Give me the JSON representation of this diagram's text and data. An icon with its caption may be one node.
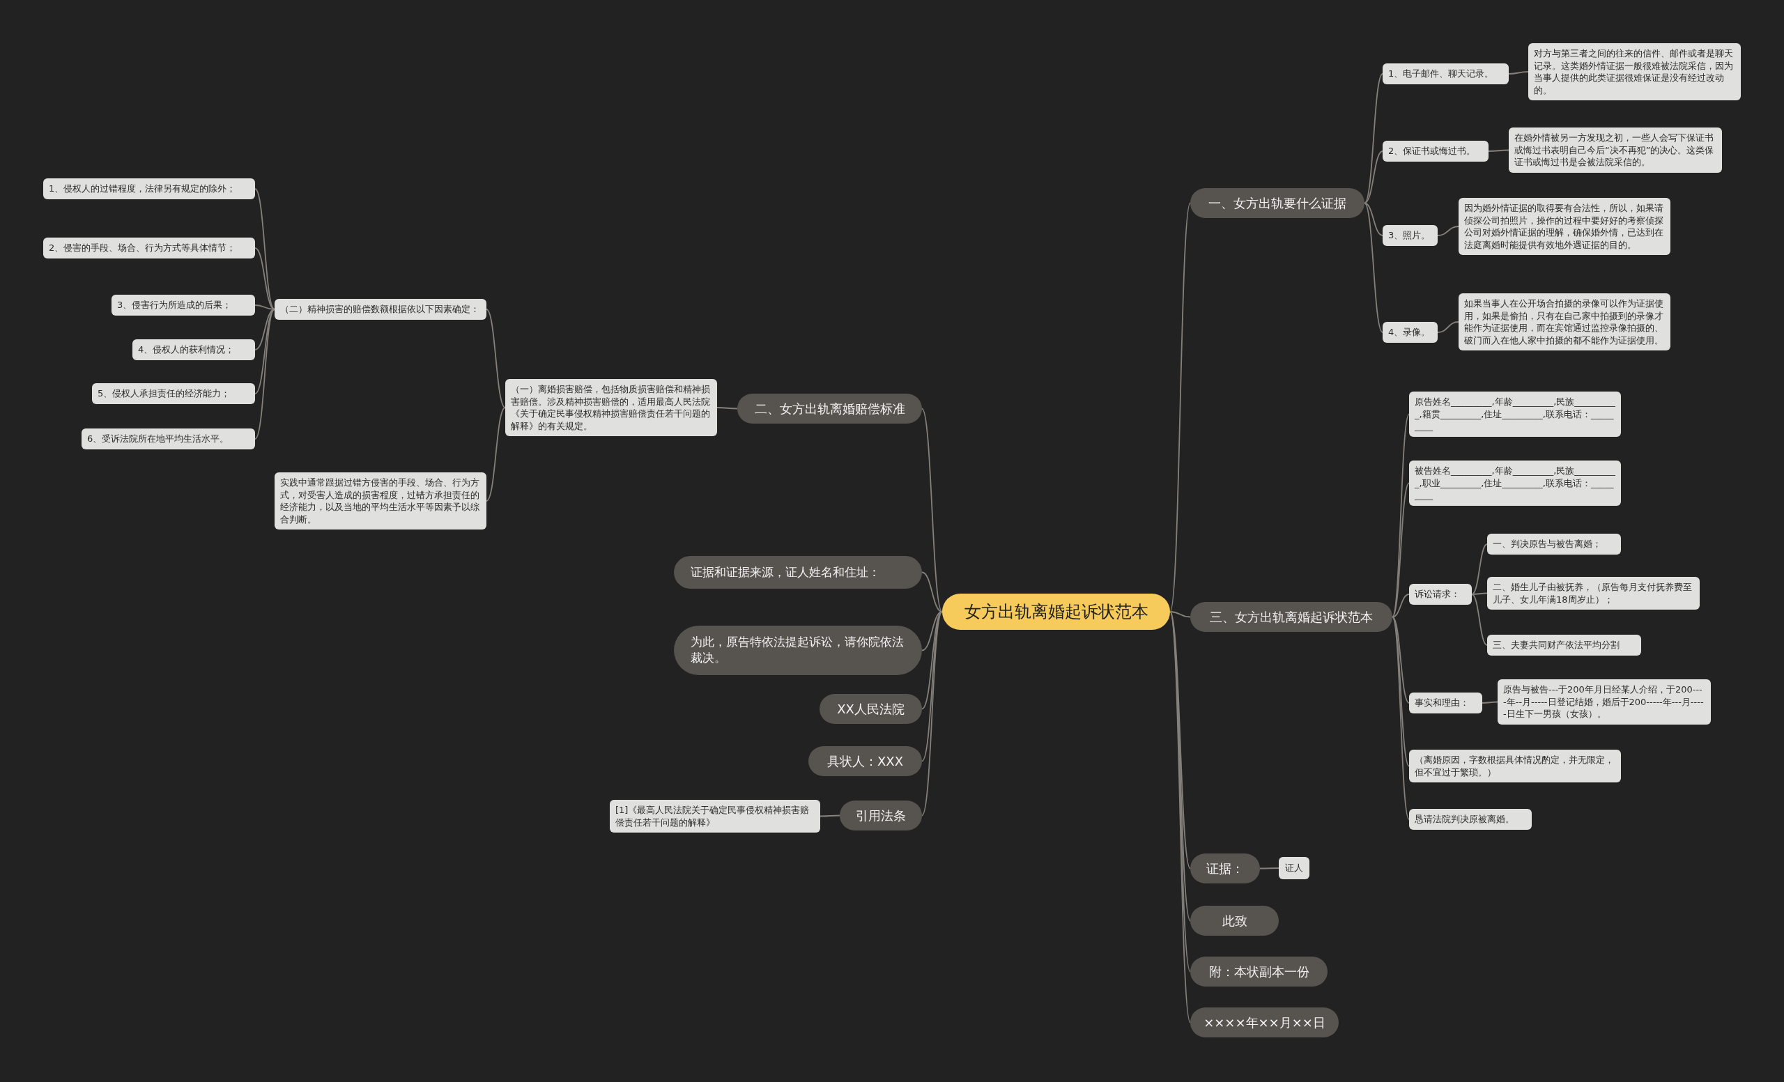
{
  "diagram": {
    "nodes": [
      {
        "text": [
          "女方出轨离婚起诉状范本"
        ]
      },
      {
        "text": [
          "一、女方出轨要什么证据"
        ]
      },
      {
        "text": [
          "1、电子邮件、聊天记录。"
        ]
      },
      {
        "text": [
          "对方与第三者之间的往来的信件、邮件或者是聊天记录。这类婚外情证据一般很难被法院采信，因为当事人提供的此类证据很难保证是没有经过改动的。"
        ]
      },
      {
        "text": [
          "2、保证书或悔过书。"
        ]
      },
      {
        "text": [
          "在婚外情被另一方发现之初，一些人会写下保证书或悔过书表明自己今后“决不再犯”的决心。这类保证书或悔过书是会被法院采信的。"
        ]
      },
      {
        "text": [
          "3、照片。"
        ]
      },
      {
        "text": [
          "因为婚外情证据的取得要有合法性，所以，如果请侦探公司拍照片，操作的过程中要好好的考察侦探公司对婚外情证据的理解，确保婚外情，已达到在法庭离婚时能提供有效地外遇证据的目的。"
        ]
      },
      {
        "text": [
          "4、录像。"
        ]
      },
      {
        "text": [
          "如果当事人在公开场合拍摄的录像可以作为证据使用，如果是偷拍，只有在自己家中拍摄到的录像才能作为证据使用，而在宾馆通过监控录像拍摄的、破门而入在他人家中拍摄的都不能作为证据使用。"
        ]
      },
      {
        "text": [
          "二、女方出轨离婚赔偿标准"
        ]
      },
      {
        "text": [
          "（一）离婚损害赔偿，包括物质损害赔偿和精神损害赔偿。涉及精神损害赔偿的，适用最高人民法院《关于确定民事侵权精神损害赔偿责任若干问题的解释》的有关规定。"
        ]
      },
      {
        "text": [
          "（二）精神损害的赔偿数额根据依以下因素确定："
        ]
      },
      {
        "text": [
          "1、侵权人的过错程度，法律另有规定的除外；"
        ]
      },
      {
        "text": [
          "2、侵害的手段、场合、行为方式等具体情节；"
        ]
      },
      {
        "text": [
          "3、侵害行为所造成的后果；"
        ]
      },
      {
        "text": [
          "4、侵权人的获利情况；"
        ]
      },
      {
        "text": [
          "5、侵权人承担责任的经济能力；"
        ]
      },
      {
        "text": [
          "6、受诉法院所在地平均生活水平。"
        ]
      },
      {
        "text": [
          "实践中通常跟据过错方侵害的手段、场合、行为方式，对受害人造成的损害程度，过错方承担责任的经济能力，以及当地的平均生活水平等因素予以综合判断。"
        ]
      },
      {
        "text": [
          "证据和证据来源，证人姓名和住址："
        ]
      },
      {
        "text": [
          "为此，原告特依法提起诉讼，请你院依法裁决。"
        ]
      },
      {
        "text": [
          "XX人民法院"
        ]
      },
      {
        "text": [
          "具状人：XXX"
        ]
      },
      {
        "text": [
          "引用法条"
        ]
      },
      {
        "text": [
          "[1]《最高人民法院关于确定民事侵权精神损害赔偿责任若干问题的解释》"
        ]
      },
      {
        "text": [
          "三、女方出轨离婚起诉状范本"
        ]
      },
      {
        "text": [
          "原告姓名_________,年龄_________,民族__________,籍贯_________,住址_________,联系电话：_________"
        ]
      },
      {
        "text": [
          "被告姓名_________,年龄_________,民族__________,职业_________,住址_________,联系电话：_________"
        ]
      },
      {
        "text": [
          "诉讼请求："
        ]
      },
      {
        "text": [
          "一、判决原告与被告离婚；"
        ]
      },
      {
        "text": [
          "二、婚生儿子由被抚养，（原告每月支付抚养费至儿子、女儿年满18周岁止）；"
        ]
      },
      {
        "text": [
          "三、夫妻共同财产依法平均分割"
        ]
      },
      {
        "text": [
          "事实和理由："
        ]
      },
      {
        "text": [
          "原告与被告---于200年月日经某人介绍，于200----年--月-----日登记结婚，婚后于200-----年---月-----日生下一男孩（女孩）。"
        ]
      },
      {
        "text": [
          "（离婚原因，字数根据具体情况酌定，并无限定，但不宜过于繁琐。）"
        ]
      },
      {
        "text": [
          "恳请法院判决原被离婚。"
        ]
      },
      {
        "text": [
          "证据："
        ]
      },
      {
        "text": [
          "证人"
        ]
      },
      {
        "text": [
          "此致"
        ]
      },
      {
        "text": [
          "附：本状副本一份"
        ]
      },
      {
        "text": [
          "××××年××月××日"
        ]
      }
    ],
    "edges": [
      {
        "from": 0,
        "to": 1,
        "arrow": "none"
      },
      {
        "from": 1,
        "to": 2,
        "arrow": "none"
      },
      {
        "from": 2,
        "to": 3,
        "arrow": "none"
      },
      {
        "from": 1,
        "to": 4,
        "arrow": "none"
      },
      {
        "from": 4,
        "to": 5,
        "arrow": "none"
      },
      {
        "from": 1,
        "to": 6,
        "arrow": "none"
      },
      {
        "from": 6,
        "to": 7,
        "arrow": "none"
      },
      {
        "from": 1,
        "to": 8,
        "arrow": "none"
      },
      {
        "from": 8,
        "to": 9,
        "arrow": "none"
      },
      {
        "from": 0,
        "to": 10,
        "arrow": "none"
      },
      {
        "from": 10,
        "to": 11,
        "arrow": "none"
      },
      {
        "from": 11,
        "to": 12,
        "arrow": "none"
      },
      {
        "from": 12,
        "to": 13,
        "arrow": "none"
      },
      {
        "from": 12,
        "to": 14,
        "arrow": "none"
      },
      {
        "from": 12,
        "to": 15,
        "arrow": "none"
      },
      {
        "from": 12,
        "to": 16,
        "arrow": "none"
      },
      {
        "from": 12,
        "to": 17,
        "arrow": "none"
      },
      {
        "from": 12,
        "to": 18,
        "arrow": "none"
      },
      {
        "from": 11,
        "to": 19,
        "arrow": "none"
      },
      {
        "from": 0,
        "to": 20,
        "arrow": "none"
      },
      {
        "from": 0,
        "to": 21,
        "arrow": "none"
      },
      {
        "from": 0,
        "to": 22,
        "arrow": "none"
      },
      {
        "from": 0,
        "to": 23,
        "arrow": "none"
      },
      {
        "from": 0,
        "to": 24,
        "arrow": "none"
      },
      {
        "from": 24,
        "to": 25,
        "arrow": "none"
      },
      {
        "from": 0,
        "to": 26,
        "arrow": "none"
      },
      {
        "from": 26,
        "to": 27,
        "arrow": "none"
      },
      {
        "from": 26,
        "to": 28,
        "arrow": "none"
      },
      {
        "from": 26,
        "to": 29,
        "arrow": "none"
      },
      {
        "from": 29,
        "to": 30,
        "arrow": "none"
      },
      {
        "from": 29,
        "to": 31,
        "arrow": "none"
      },
      {
        "from": 29,
        "to": 32,
        "arrow": "none"
      },
      {
        "from": 26,
        "to": 33,
        "arrow": "none"
      },
      {
        "from": 33,
        "to": 34,
        "arrow": "none"
      },
      {
        "from": 26,
        "to": 35,
        "arrow": "none"
      },
      {
        "from": 26,
        "to": 36,
        "arrow": "none"
      },
      {
        "from": 0,
        "to": 37,
        "arrow": "none"
      },
      {
        "from": 37,
        "to": 38,
        "arrow": "none"
      },
      {
        "from": 0,
        "to": 39,
        "arrow": "none"
      },
      {
        "from": 0,
        "to": 40,
        "arrow": "none"
      },
      {
        "from": 0,
        "to": 41,
        "arrow": "none"
      }
    ]
  }
}
